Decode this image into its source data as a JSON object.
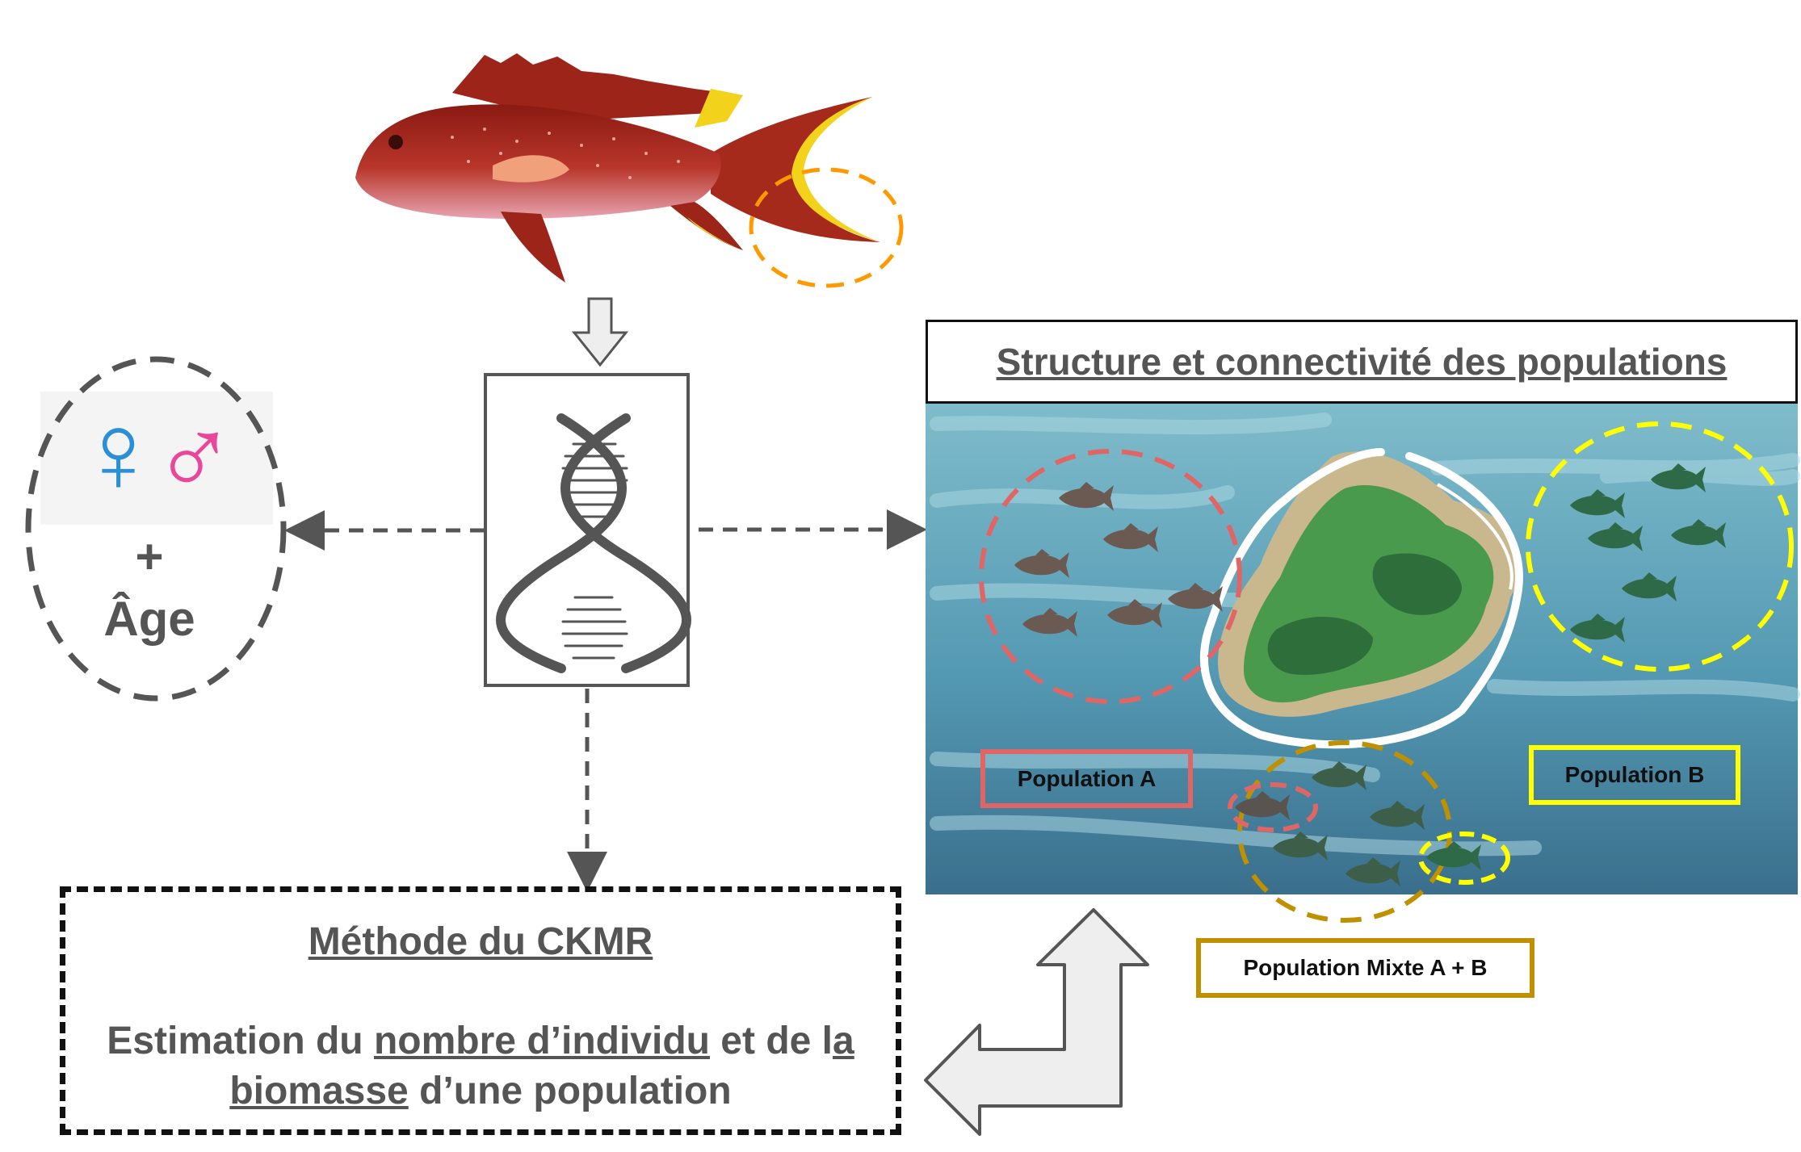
{
  "structure_title": "Structure et connectivité des populations",
  "labels": {
    "population_a": "Population A",
    "population_b": "Population B",
    "population_mixte": "Population Mixte A + B"
  },
  "sex_age": {
    "female_symbol": "♀",
    "male_symbol": "♂",
    "plus": "+",
    "age": "Âge"
  },
  "ckmr": {
    "title": "Méthode du CKMR",
    "line1_prefix": "Estimation du ",
    "line1_underlined": "nombre d’individu",
    "line1_middle": " et de l",
    "line1_underlined_letter": "a",
    "line2_underlined": "biomasse",
    "line2_suffix": " d’une population"
  },
  "colors": {
    "female": "#2a8fd6",
    "male": "#e8479a",
    "pop_a": "#e06666",
    "pop_b": "#ffff00",
    "pop_mixte": "#bf9000",
    "sample_circle": "#ff9900",
    "arrow_grey": "#555555"
  },
  "icons": {
    "fish": "fish-illustration",
    "dna": "dna-helix-icon"
  }
}
